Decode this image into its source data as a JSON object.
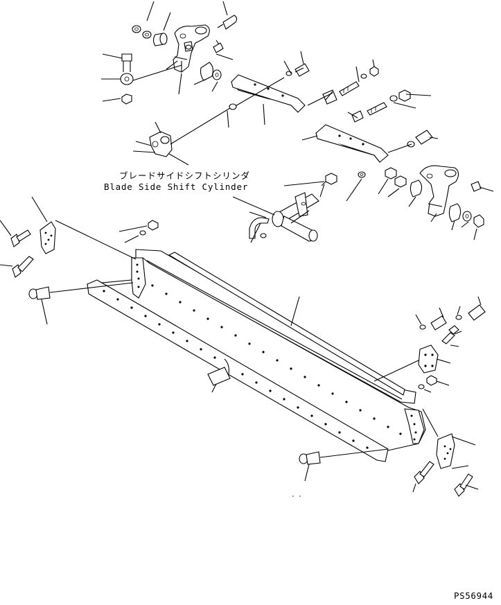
{
  "labels": {
    "assembly_name_jp": "ブレードサイドシフトシリンダ",
    "assembly_name_en": "Blade Side Shift Cylinder",
    "drawing_code": "PS56944"
  },
  "colors": {
    "line": "#000000",
    "background": "#ffffff"
  }
}
